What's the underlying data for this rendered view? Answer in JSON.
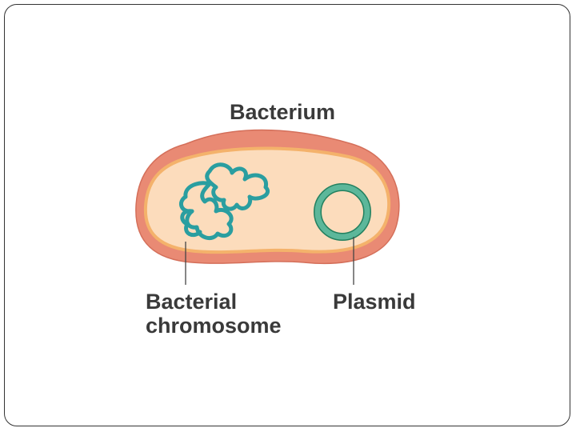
{
  "diagram": {
    "title": "Bacterium",
    "labels": {
      "chromosome_line1": "Bacterial",
      "chromosome_line2": "chromosome",
      "plasmid": "Plasmid"
    },
    "colors": {
      "cell_wall": "#e98a74",
      "cell_wall_dark": "#d46f5a",
      "membrane": "#f4b26b",
      "cytoplasm": "#fcdcbc",
      "chromosome": "#2a9ea0",
      "plasmid_ring": "#5cb79a",
      "plasmid_dark": "#23805f",
      "text": "#3a3a3a",
      "leader_line": "#444444"
    }
  }
}
